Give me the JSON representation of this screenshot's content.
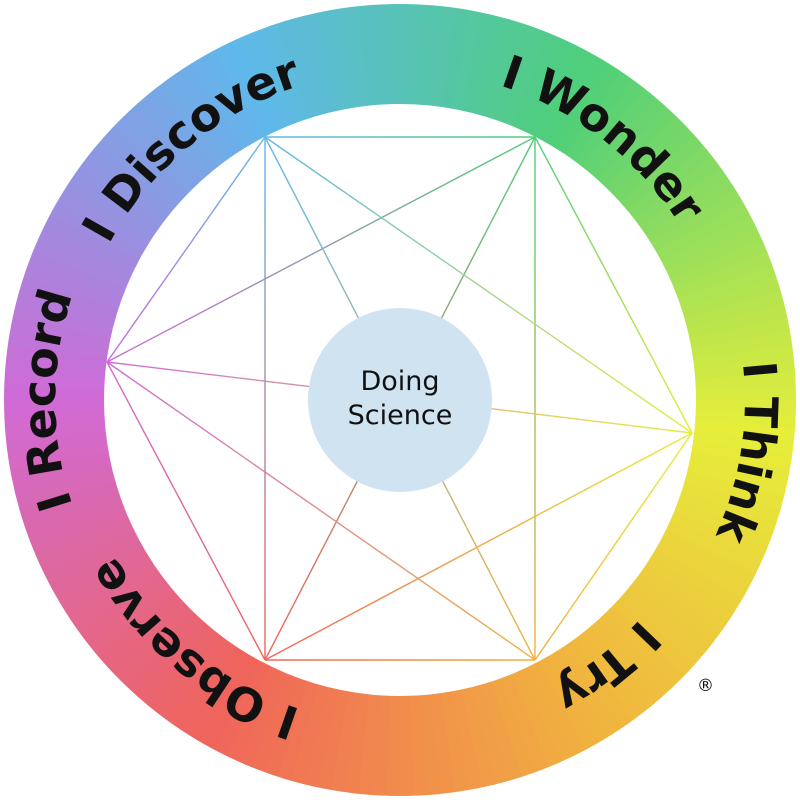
{
  "wheel": {
    "center_label": [
      "Doing",
      "Science"
    ],
    "segments": [
      {
        "label": "I Wonder",
        "color": "#4fcf7a"
      },
      {
        "label": "I Think",
        "color": "#e6ee3a"
      },
      {
        "label": "I Try",
        "color": "#f1b23f"
      },
      {
        "label": "I Observe",
        "color": "#f0645a"
      },
      {
        "label": "I Record",
        "color": "#d06ad6"
      },
      {
        "label": "I Discover",
        "color": "#5fb8ea"
      }
    ],
    "center_fill": "#cfe3f0"
  },
  "trademark": "®"
}
